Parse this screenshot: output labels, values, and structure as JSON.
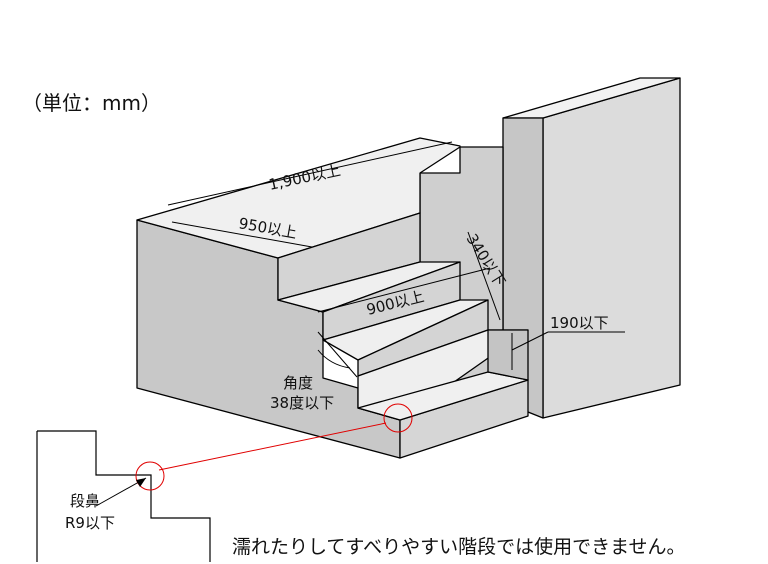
{
  "unit_label": "（単位：mm）",
  "dimensions": {
    "total_depth": "1,900以上",
    "landing_depth": "950以上",
    "tread_width": "900以上",
    "tread_depth": "340以下",
    "riser_height": "190以下",
    "angle_title": "角度",
    "angle_value": "38度以下"
  },
  "detail": {
    "nosing_title": "段鼻",
    "nosing_radius": "R9以下"
  },
  "warning_note": "濡れたりしてすべりやすい階段では使用できません。",
  "colors": {
    "top_face": "#f0f0f0",
    "front_face": "#d4d4d4",
    "side_face": "#bdbdbd",
    "outline": "#000000",
    "highlight": "#e00000"
  }
}
